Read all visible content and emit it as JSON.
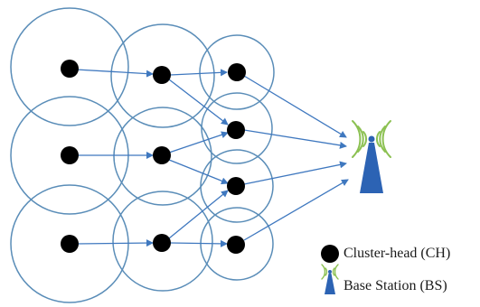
{
  "colors": {
    "circle": "#5a8db8",
    "arrow": "#3f78bf",
    "node": "#000000",
    "tower": "#2c63b4",
    "signal": "#8cc152"
  },
  "legend": {
    "cluster_head": "Cluster-head (CH)",
    "base_station": "Base Station (BS)"
  },
  "icons": {
    "cluster_head": "black-dot",
    "base_station": "antenna-tower-icon"
  }
}
